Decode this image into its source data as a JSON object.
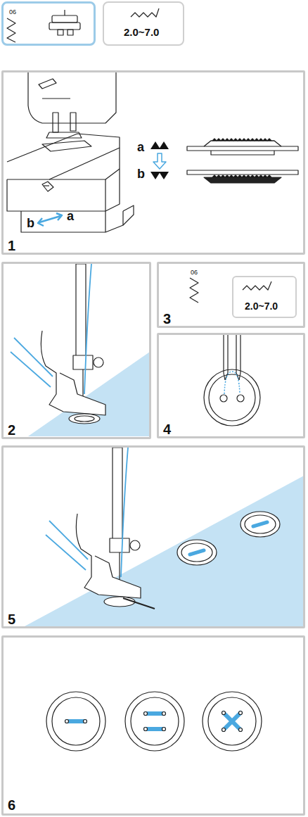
{
  "diagram": {
    "nodes": [
      {
        "text": [
          "06"
        ]
      },
      {
        "text": [
          "2.0~7.0"
        ]
      },
      {
        "text": [
          "a",
          "b",
          "a",
          "b",
          "1"
        ]
      },
      {
        "text": [
          "2"
        ]
      },
      {
        "text": [
          "06",
          "3"
        ]
      },
      {
        "text": [
          "2.0~7.0"
        ],
        "in": 4
      },
      {
        "text": [
          "4"
        ]
      },
      {
        "text": [
          "5"
        ]
      },
      {
        "text": [
          "6"
        ]
      }
    ]
  }
}
